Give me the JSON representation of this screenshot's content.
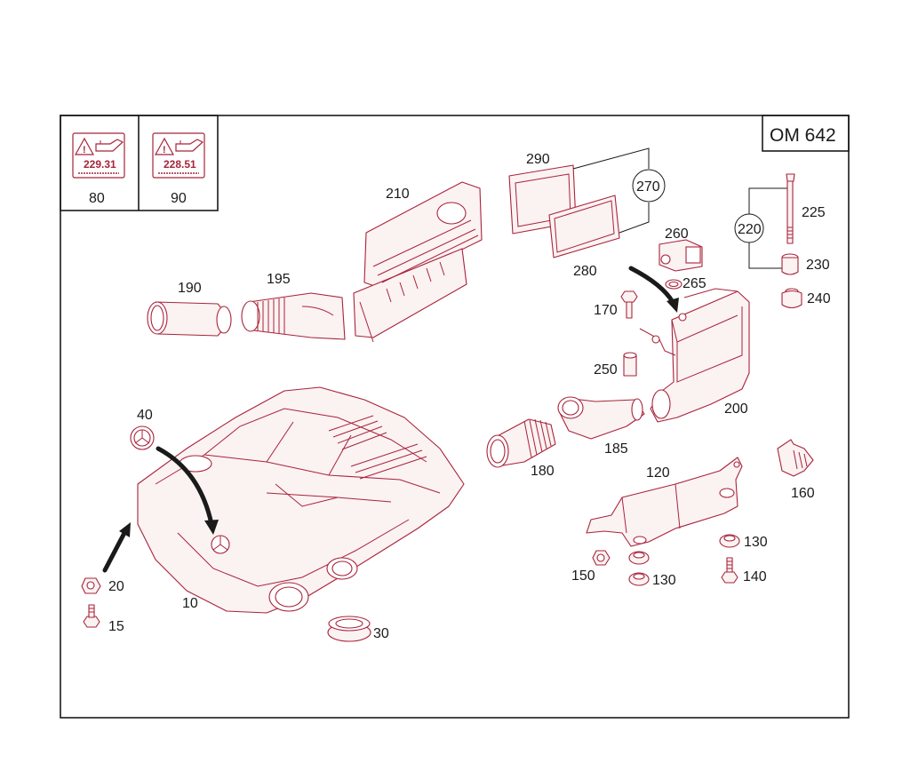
{
  "engine_code": "OM 642",
  "oil_specs": [
    {
      "spec": "229.31",
      "callout": "80"
    },
    {
      "spec": "228.51",
      "callout": "90"
    }
  ],
  "callouts": {
    "c10": "10",
    "c15": "15",
    "c20": "20",
    "c30": "30",
    "c40": "40",
    "c120": "120",
    "c130a": "130",
    "c130b": "130",
    "c140": "140",
    "c150": "150",
    "c160": "160",
    "c170": "170",
    "c180": "180",
    "c185": "185",
    "c190": "190",
    "c195": "195",
    "c200": "200",
    "c210": "210",
    "c220": "220",
    "c225": "225",
    "c230": "230",
    "c240": "240",
    "c250": "250",
    "c260": "260",
    "c265": "265",
    "c270": "270",
    "c280": "280",
    "c290": "290"
  },
  "colors": {
    "line_art": "#a8233a",
    "frame": "#1a1a1a",
    "fill": "#fbf2f2"
  },
  "icons": [
    "warning-triangle-icon",
    "oil-can-icon",
    "mercedes-star-icon"
  ]
}
